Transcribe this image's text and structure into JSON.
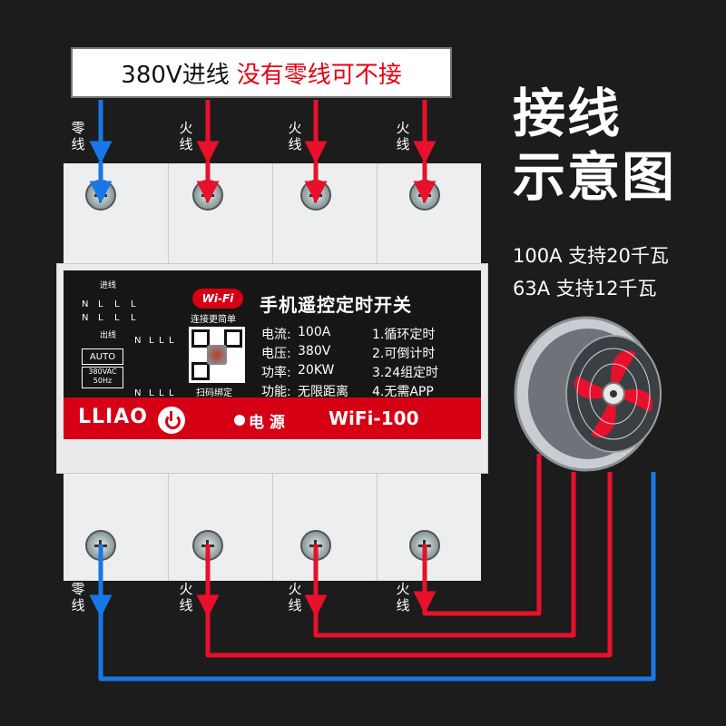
{
  "top_label": {
    "black": "380V进线",
    "red": "没有零线可不接"
  },
  "title": {
    "line1": "接线",
    "line2": "示意图"
  },
  "specs": [
    "100A 支持20千瓦",
    "63A 支持12千瓦"
  ],
  "wire_labels": {
    "neutral": "零线",
    "live": "火线"
  },
  "device": {
    "wifi_badge": "Wi-Fi",
    "wifi_hint": "连接更简单",
    "scan_hint": "扫码绑定",
    "title": "手机遥控定时开关",
    "params": [
      {
        "k": "电流:",
        "v": "100A"
      },
      {
        "k": "电压:",
        "v": "380V"
      },
      {
        "k": "功率:",
        "v": "20KW"
      },
      {
        "k": "功能:",
        "v": "无限距离"
      }
    ],
    "features": [
      "1.循环定时",
      "2.可倒计时",
      "3.24组定时",
      "4.无需APP"
    ],
    "brand": "LLIAO",
    "power_label": "电 源",
    "model": "WiFi-100",
    "auto": "AUTO",
    "volt": "380VAC 50Hz",
    "in_label": "进线",
    "out_label": "出线",
    "poles": [
      "N",
      "L",
      "L",
      "L"
    ]
  },
  "colors": {
    "neutral": "#1877e8",
    "live": "#e8102a",
    "background": "#1c1c1c"
  }
}
